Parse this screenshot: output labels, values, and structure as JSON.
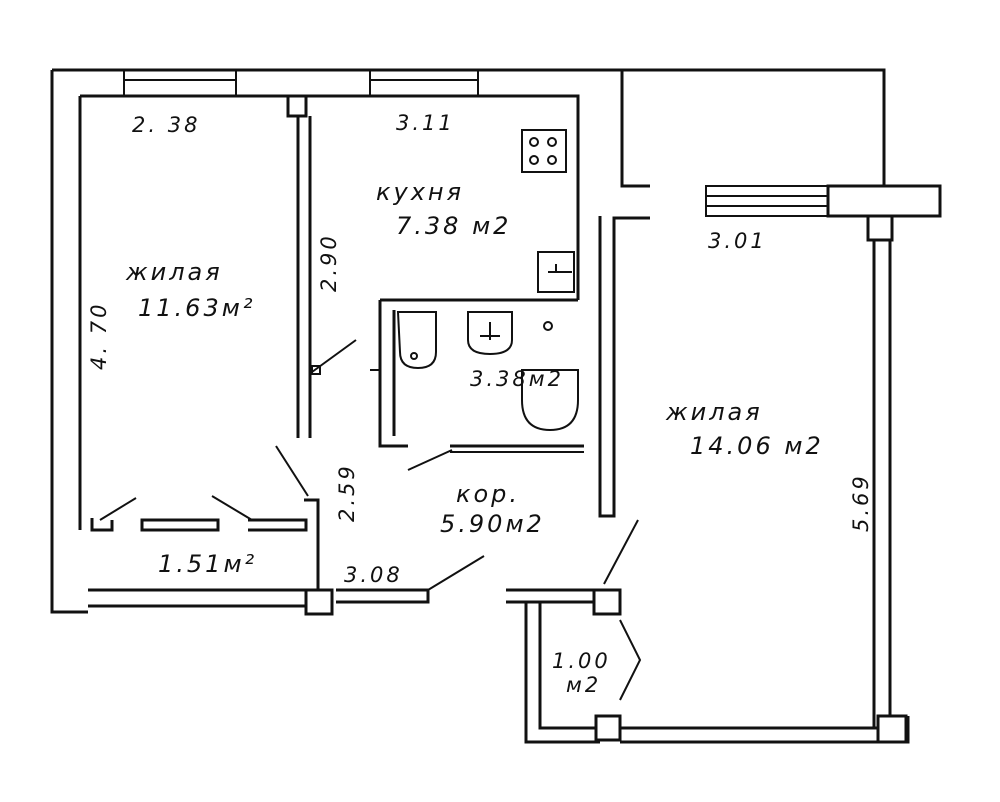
{
  "rooms": {
    "living_left": {
      "name": "жилая",
      "area": "11.63м²"
    },
    "kitchen": {
      "name": "кухня",
      "area": "7.38 м2"
    },
    "bathroom": {
      "area": "3.38м2"
    },
    "living_right": {
      "name": "жилая",
      "area": "14.06 м2"
    },
    "corridor": {
      "name": "кор.",
      "area": "5.90м2"
    },
    "loggia_left": {
      "area": "1.51м²"
    },
    "balcony_right": {
      "area": "1.00",
      "unit": "м2"
    }
  },
  "dimensions": {
    "top_left": "2. 38",
    "top_kitchen": "3.11",
    "left_height": "4. 70",
    "partition_height": "2.90",
    "corridor_height": "2.59",
    "corridor_width": "3.08",
    "right_top": "3.01",
    "right_height": "5.69"
  }
}
